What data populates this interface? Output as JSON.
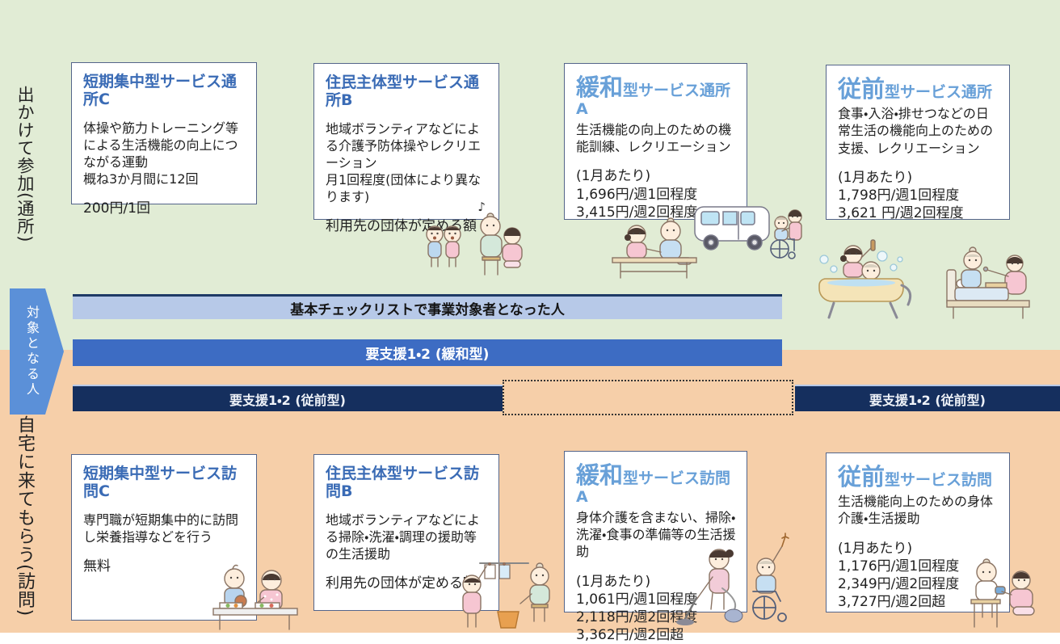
{
  "colors": {
    "bg_green": "#e1ecd5",
    "bg_peach": "#f6cfa9",
    "band1_bg": "#b7c9e8",
    "band1_border": "#1e3a66",
    "band2_bg": "#3d6cc3",
    "band3_bg": "#152f5e",
    "band3_border": "#b7c9e8",
    "arrow_blue": "#5b90d8",
    "card_border": "#54658a",
    "title_blue": "#3a6bb5",
    "title_light_blue": "#68a0d8"
  },
  "side_labels": {
    "top": "出かけて参加(通所)",
    "bottom": "自宅に来てもらう(訪問)"
  },
  "arrow": {
    "label": "対象となる人"
  },
  "bands": {
    "checklist": {
      "label": "基本チェックリストで事業対象者となった人"
    },
    "kanwa": {
      "label": "要支援1・2 (緩和型)"
    },
    "juzen_left": {
      "label": "要支援1・2 (従前型)"
    },
    "juzen_right": {
      "label": "要支援1・2 (従前型)"
    }
  },
  "music_note": "♪",
  "cards": [
    {
      "id": "tanki-tsusho-c",
      "title": "短期集中型サービス通所C",
      "desc": "体操や筋力トレーニング等による生活機能の向上につながる運動\n概ね3か月間に12回",
      "price": "200円/1回"
    },
    {
      "id": "jumin-tsusho-b",
      "title": "住民主体型サービス通所B",
      "desc": "地域ボランティアなどによる介護予防体操やレクリエーション\n月1回程度(団体により異なります)",
      "price": "利用先の団体が定める額"
    },
    {
      "id": "kanwa-tsusho-a",
      "title_big": "緩和",
      "title_rest": "型サービス通所A",
      "desc": "生活機能の向上のための機能訓練、レクリエーション",
      "price": "(1月あたり)\n1,696円/週1回程度\n3,415円/週2回程度"
    },
    {
      "id": "juzen-tsusho",
      "title_big": "従前",
      "title_rest": "型サービス通所",
      "desc": "食事・入浴・排せつなどの日常生活の機能向上のための支援、レクリエーション",
      "price": "(1月あたり)\n1,798円/週1回程度\n3,621 円/週2回程度"
    },
    {
      "id": "tanki-homon-c",
      "title": "短期集中型サービス訪問C",
      "desc": "専門職が短期集中的に訪問し栄養指導などを行う",
      "price": "無料"
    },
    {
      "id": "jumin-homon-b",
      "title": "住民主体型サービス訪問B",
      "desc": "地域ボランティアなどによる掃除・洗濯・調理の援助等の生活援助",
      "price": "利用先の団体が定める額"
    },
    {
      "id": "kanwa-homon-a",
      "title_big": "緩和",
      "title_rest": "型サービス訪問A",
      "desc": "身体介護を含まない、掃除・洗濯・食事の準備等の生活援助",
      "price": "(1月あたり)\n1,061円/週1回程度\n2,118円/週2回程度\n3,362円/週2回超"
    },
    {
      "id": "juzen-homon",
      "title_big": "従前",
      "title_rest": "型サービス訪問",
      "desc": "生活機能向上のための身体介護・生活援助",
      "price": "(1月あたり)\n1,176円/週1回程度\n2,349円/週2回程度\n3,727円/週2回超"
    }
  ],
  "illustrations": [
    "singing-group",
    "exercise-table",
    "van-and-wheelchair",
    "bathing",
    "bed-feeding",
    "cooking",
    "laundry",
    "vacuum-cleaning",
    "chair-care"
  ]
}
